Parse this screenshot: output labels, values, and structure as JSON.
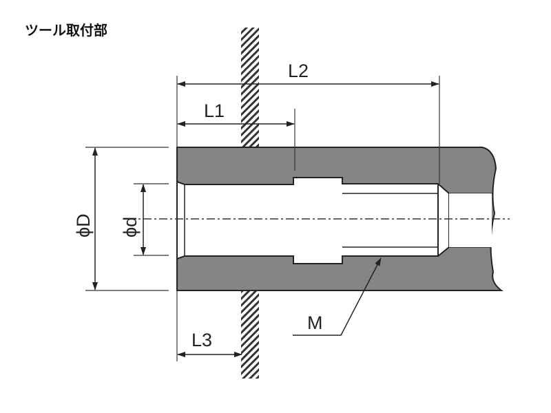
{
  "title": "ツール取付部",
  "dimensions": {
    "L1": "L1",
    "L2": "L2",
    "L3": "L3",
    "outer_diameter": "ϕD",
    "inner_diameter": "ϕd",
    "thread": "M"
  },
  "colors": {
    "body": "#858585",
    "line": "#1a1a1a"
  }
}
